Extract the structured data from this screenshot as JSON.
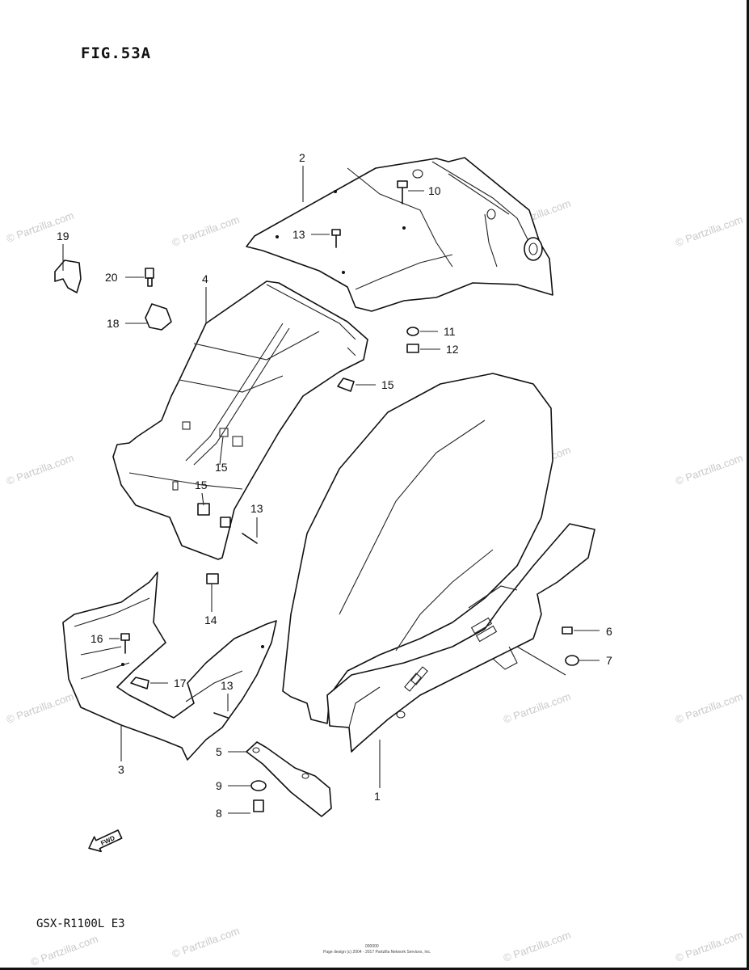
{
  "figure": {
    "title": "FIG.53A",
    "model": "GSX-R1100L  E3",
    "fwd": "FWD"
  },
  "watermark": "© Partzilla.com",
  "footer": {
    "line1": "000000",
    "line2": "Page design (c) 2004 - 2017 Partzilla Network Services, Inc."
  },
  "callouts": [
    {
      "num": "1"
    },
    {
      "num": "2"
    },
    {
      "num": "3"
    },
    {
      "num": "4"
    },
    {
      "num": "5"
    },
    {
      "num": "6"
    },
    {
      "num": "7"
    },
    {
      "num": "8"
    },
    {
      "num": "9"
    },
    {
      "num": "10"
    },
    {
      "num": "11"
    },
    {
      "num": "12"
    },
    {
      "num": "13"
    },
    {
      "num": "13"
    },
    {
      "num": "13"
    },
    {
      "num": "14"
    },
    {
      "num": "15"
    },
    {
      "num": "15"
    },
    {
      "num": "15"
    },
    {
      "num": "16"
    },
    {
      "num": "17"
    },
    {
      "num": "18"
    },
    {
      "num": "19"
    },
    {
      "num": "20"
    }
  ]
}
